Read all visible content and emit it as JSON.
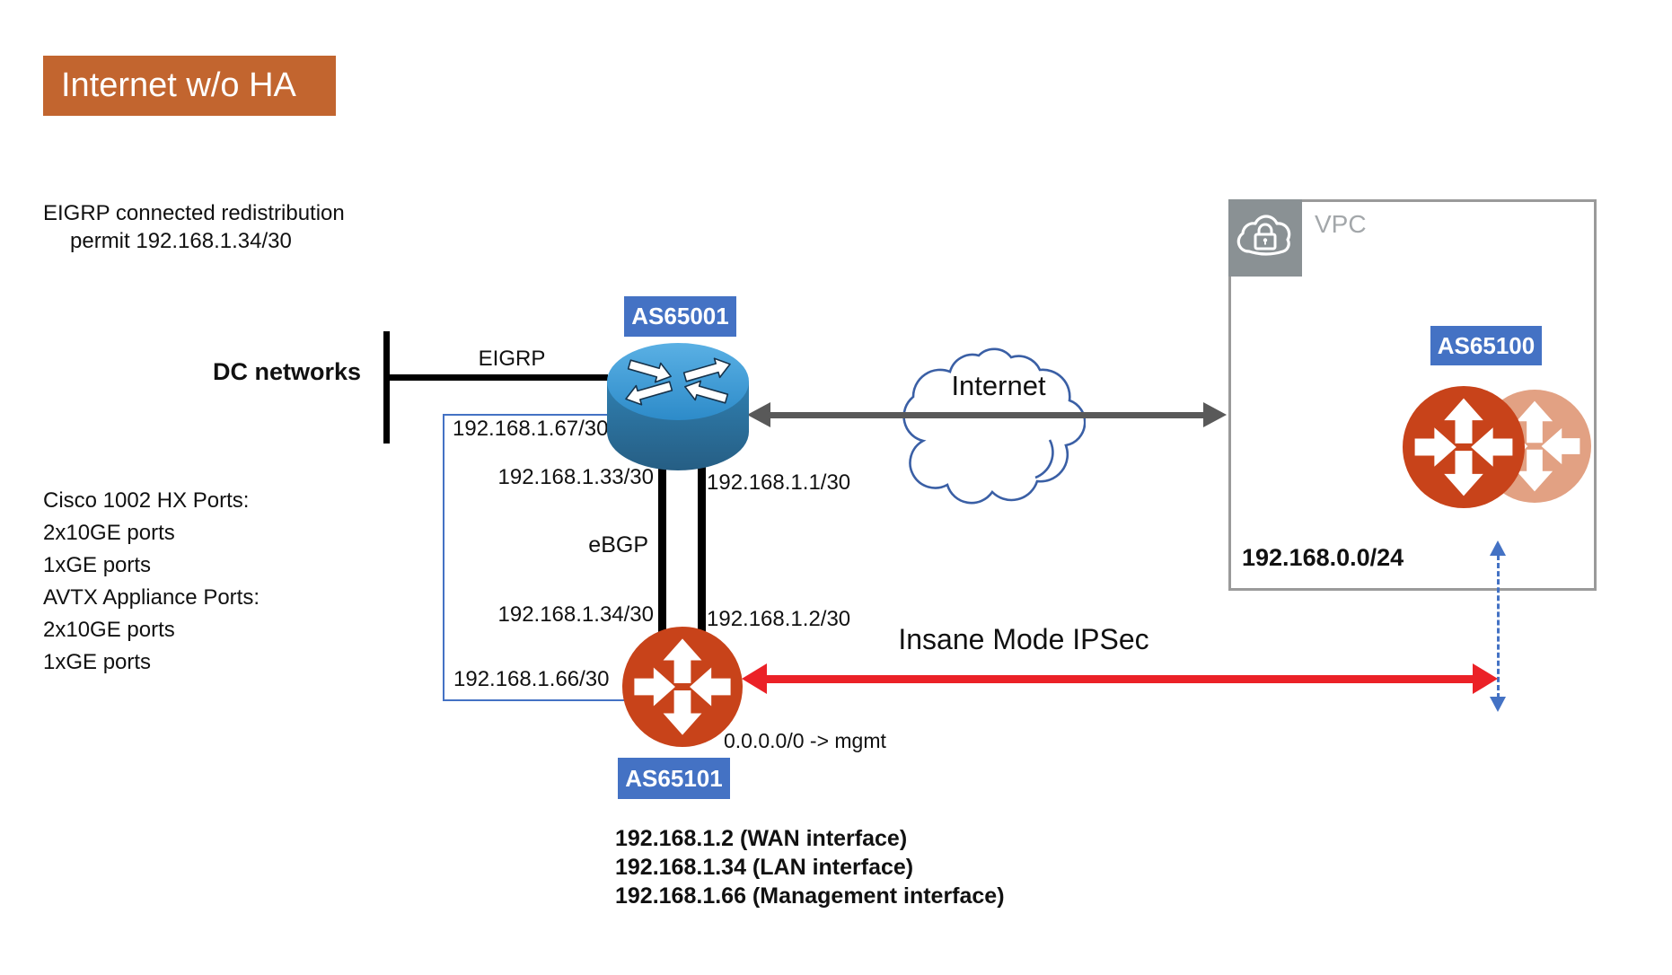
{
  "title": "Internet w/o HA",
  "annotations": {
    "eigrp_note": [
      "EIGRP connected redistribution",
      "permit 192.168.1.34/30"
    ],
    "dc_networks": "DC networks",
    "ports_note": [
      "Cisco 1002 HX Ports:",
      "2x10GE ports",
      "1xGE ports",
      "AVTX Appliance Ports:",
      "2x10GE ports",
      "1xGE ports"
    ],
    "mgmt_route": "0.0.0.0/0 -> mgmt",
    "ipsec": "Insane Mode IPSec"
  },
  "links": {
    "eigrp": "EIGRP",
    "ebgp": "eBGP",
    "internet": "Internet"
  },
  "ip_labels": {
    "mgmt_dc": "192.168.1.67/30",
    "lan_dc": "192.168.1.33/30",
    "wan_dc": "192.168.1.1/30",
    "lan_gw": "192.168.1.34/30",
    "wan_gw": "192.168.1.2/30",
    "mgmt_gw": "192.168.1.66/30"
  },
  "nodes": {
    "dc_router": {
      "asn": "AS65001"
    },
    "appliance": {
      "asn": "AS65101",
      "interfaces": [
        "192.168.1.2 (WAN interface)",
        "192.168.1.34 (LAN interface)",
        "192.168.1.66 (Management interface)"
      ]
    },
    "vpc": {
      "label": "VPC",
      "asn": "AS65100",
      "cidr": "192.168.0.0/24"
    }
  },
  "colors": {
    "title_bg": "#C2652F",
    "asn_badge_blue": "#4472C4",
    "gateway_orange": "#C8431A",
    "gateway_light_orange": "#E2A183",
    "router_blue": "#3E9BD6",
    "red_arrow": "#EB2127",
    "link_gray": "#595959",
    "dashed_blue": "#4472C4",
    "cloud_outline": "#3A5FA5"
  }
}
